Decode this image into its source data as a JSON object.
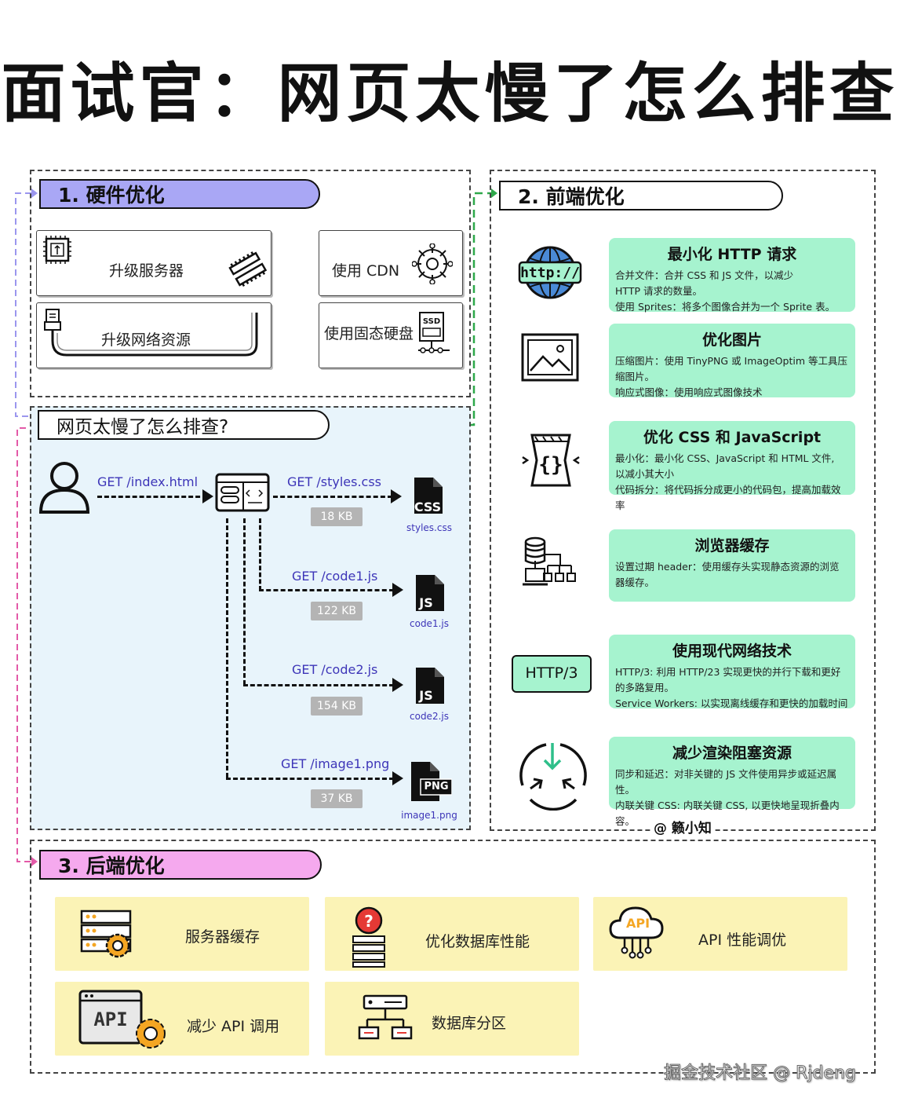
{
  "page_title": "面试官：网页太慢了怎么排查",
  "hardware": {
    "heading": "1. 硬件优化",
    "items": [
      {
        "label": "升级服务器",
        "icon": "chip-icon"
      },
      {
        "label": "使用 CDN",
        "icon": "network-globe-icon"
      },
      {
        "label": "升级网络资源",
        "icon": "cable-icon"
      },
      {
        "label": "使用固态硬盘",
        "icon": "ssd-icon"
      }
    ]
  },
  "frontend": {
    "heading": "2. 前端优化",
    "items": [
      {
        "title": "最小化 HTTP 请求",
        "lines": [
          "合并文件：合并 CSS 和 JS 文件，以减少",
          "HTTP 请求的数量。",
          "使用 Sprites：将多个图像合并为一个 Sprite 表。"
        ],
        "icon": "http-globe-icon"
      },
      {
        "title": "优化图片",
        "lines": [
          "压缩图片：使用 TinyPNG 或 ImageOptim 等工具压",
          "缩图片。",
          "响应式图像：使用响应式图像技术"
        ],
        "icon": "image-icon"
      },
      {
        "title": "优化 CSS 和 JavaScript",
        "lines": [
          "最小化：最小化 CSS、JavaScript 和 HTML 文件,",
          "以减小其大小",
          "代码拆分：将代码拆分成更小的代码包，提高加载效率"
        ],
        "icon": "code-compress-icon"
      },
      {
        "title": "浏览器缓存",
        "lines": [
          "设置过期 header：使用缓存头实现静态资源的浏览",
          "器缓存。"
        ],
        "icon": "database-tree-icon"
      },
      {
        "title": "使用现代网络技术",
        "lines": [
          "HTTP/3: 利用 HTTP/23 实现更快的并行下载和更好",
          "的多路复用。",
          "Service Workers: 以实现离线缓存和更快的加载时间"
        ],
        "icon": "http3-badge"
      },
      {
        "title": "减少渲染阻塞资源",
        "lines": [
          "同步和延迟：对非关键的 JS 文件使用异步或延迟属性。",
          "内联关键 CSS: 内联关键 CSS, 以更快地呈现折叠内容。"
        ],
        "icon": "async-arrows-icon"
      }
    ],
    "http3_label": "HTTP/3",
    "author": "@ 籁小知"
  },
  "diagnosis": {
    "heading": "网页太慢了怎么排查?",
    "requests": [
      {
        "req": "GET /index.html"
      },
      {
        "req": "GET /styles.css",
        "size": "18 KB",
        "file": "styles.css",
        "badge": "CSS"
      },
      {
        "req": "GET /code1.js",
        "size": "122 KB",
        "file": "code1.js",
        "badge": "JS"
      },
      {
        "req": "GET /code2.js",
        "size": "154 KB",
        "file": "code2.js",
        "badge": "JS"
      },
      {
        "req": "GET /image1.png",
        "size": "37 KB",
        "file": "image1.png",
        "badge": "PNG"
      }
    ]
  },
  "backend": {
    "heading": "3. 后端优化",
    "items": [
      {
        "label": "服务器缓存",
        "icon": "server-gear-icon"
      },
      {
        "label": "优化数据库性能",
        "icon": "database-question-icon"
      },
      {
        "label": "API 性能调优",
        "icon": "api-cloud-icon"
      },
      {
        "label": "减少 API 调用",
        "icon": "api-window-gear-icon",
        "badge": "API"
      },
      {
        "label": "数据库分区",
        "icon": "database-partition-icon"
      }
    ],
    "cloud_badge": "API"
  },
  "watermark": "掘金技术社区 @ Rjdeng",
  "colors": {
    "hardware": "#a9a7f5",
    "frontend": "#a6f3cf",
    "backend": "#f5a9ee",
    "backend_card": "#fbf3b6",
    "diagnosis_bg": "#e8f4fb"
  }
}
